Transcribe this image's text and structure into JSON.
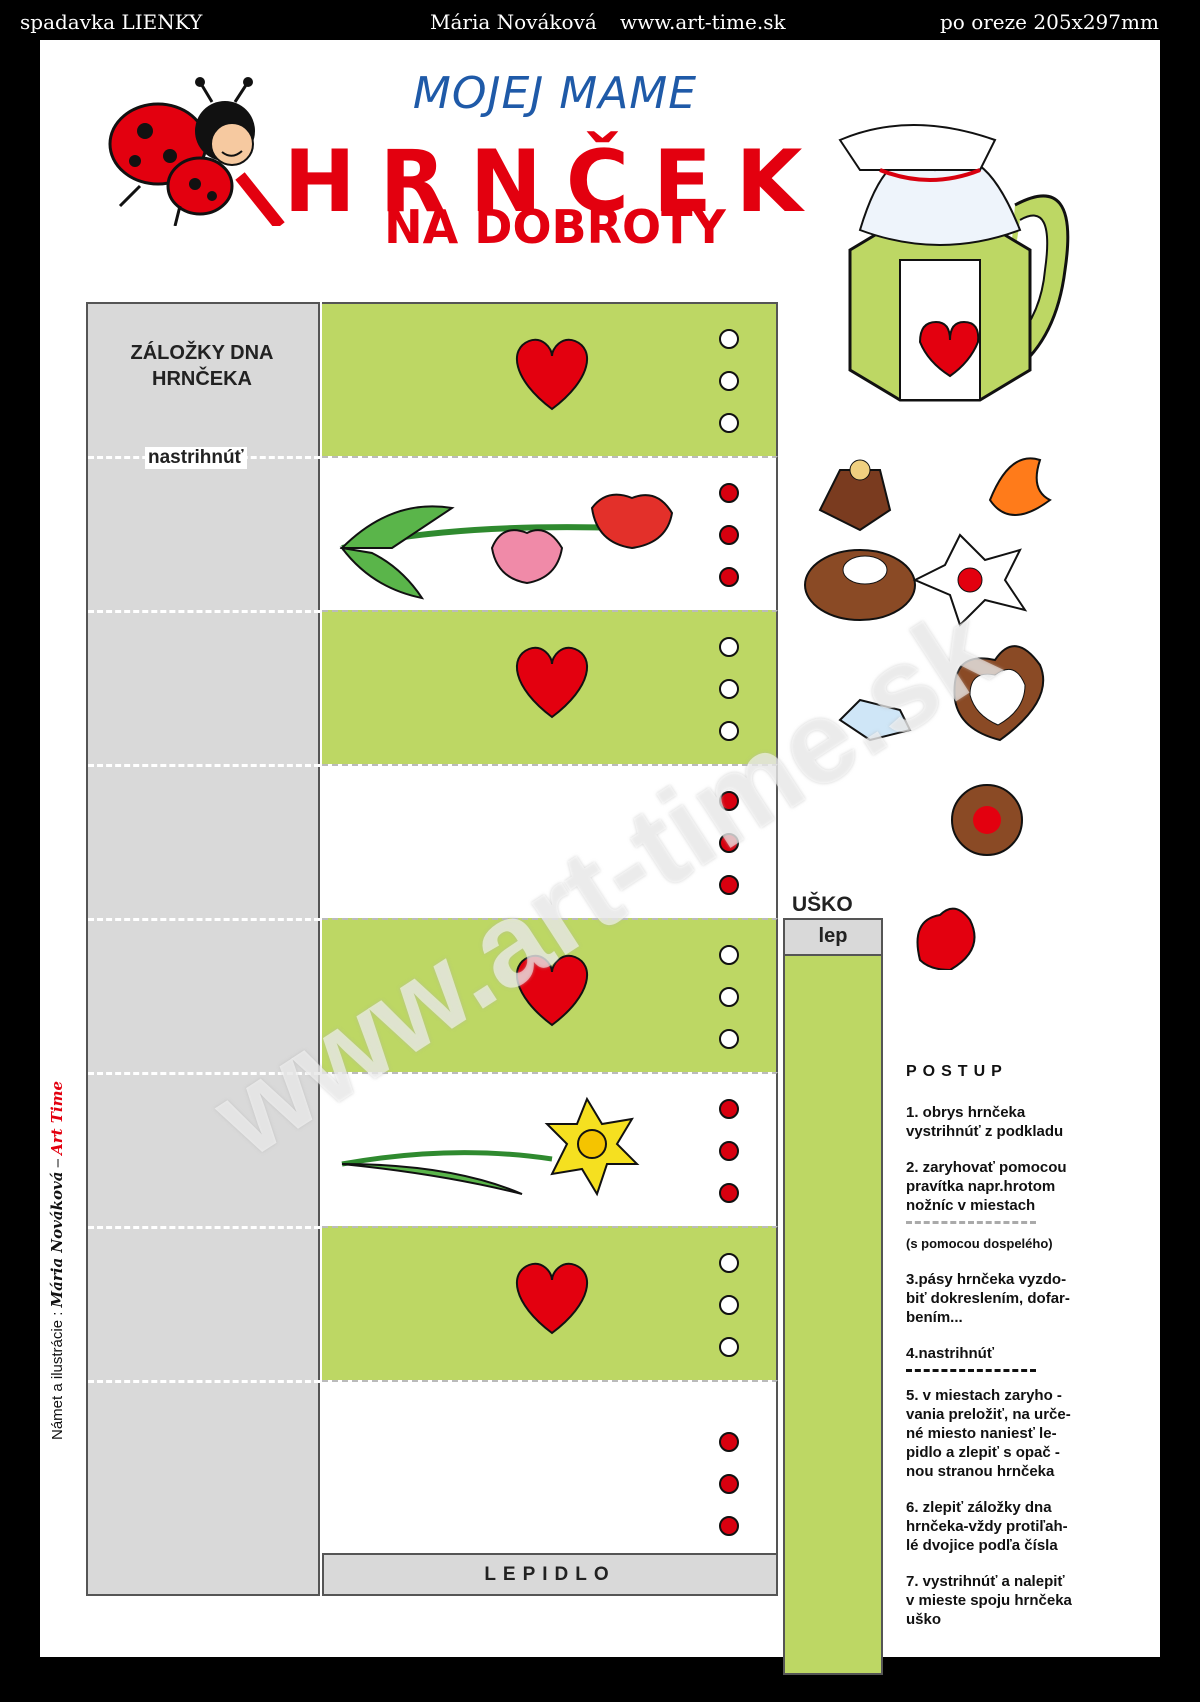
{
  "header": {
    "left": "spadavka LIENKY",
    "center1": "Mária Nováková",
    "center2": "www.art-time.sk",
    "right": "po oreze 205x297mm"
  },
  "title": {
    "line1": "MOJEJ MAME",
    "line2": "HRNČEK",
    "line3": "NA DOBROTY"
  },
  "template": {
    "tabs_heading": "ZÁLOŽKY DNA\nHRNČEKA",
    "cut_label": "nastrihnúť",
    "glue_label": "LEPIDLO",
    "strips": [
      {
        "color": "green",
        "motif": "heart-icon",
        "dots": "white"
      },
      {
        "color": "white",
        "motif": "tulips-icon",
        "dots": "red"
      },
      {
        "color": "green",
        "motif": "heart-icon",
        "dots": "white"
      },
      {
        "color": "white",
        "motif": "",
        "dots": "red"
      },
      {
        "color": "green",
        "motif": "heart-icon",
        "dots": "white"
      },
      {
        "color": "white",
        "motif": "daffodil-icon",
        "dots": "red"
      },
      {
        "color": "green",
        "motif": "heart-icon",
        "dots": "white"
      },
      {
        "color": "white",
        "motif": "",
        "dots": "red"
      }
    ]
  },
  "handle": {
    "title": "UŠKO",
    "glue": "lep"
  },
  "instructions": {
    "heading": "POSTUP",
    "step1": "1. obrys hrnčeka\nvystrihnúť z podkladu",
    "step2": "2. zaryhovať pomocou\npravítka napr.hrotom\nnožníc v miestach",
    "note": "(s pomocou dospelého)",
    "step3": "3.pásy hrnčeka vyzdo-\nbiť dokreslením, dofar-\nbením...",
    "step4": "4.nastrihnúť",
    "step5": "5. v miestach zaryho -\nvania preložiť, na urče-\nné miesto naniesť le-\npidlo a zlepiť s opač -\nnou stranou hrnčeka",
    "step6": "6. zlepiť záložky dna\nhrnčeka-vždy protiľah-\nlé dvojice podľa čísla",
    "step7": "7. vystrihnúť a nalepiť\nv mieste spoju hrnčeka\nuško"
  },
  "credit": {
    "prefix": "Námet a ilustrácie :",
    "author": "Mária Nováková",
    "sep": " – ",
    "brand": "Art Time"
  },
  "watermark": "www.art-time.sk",
  "colors": {
    "green": "#bdd764",
    "red": "#e3000f",
    "blue_title": "#1f5aa8",
    "grey": "#d9d9d9"
  }
}
